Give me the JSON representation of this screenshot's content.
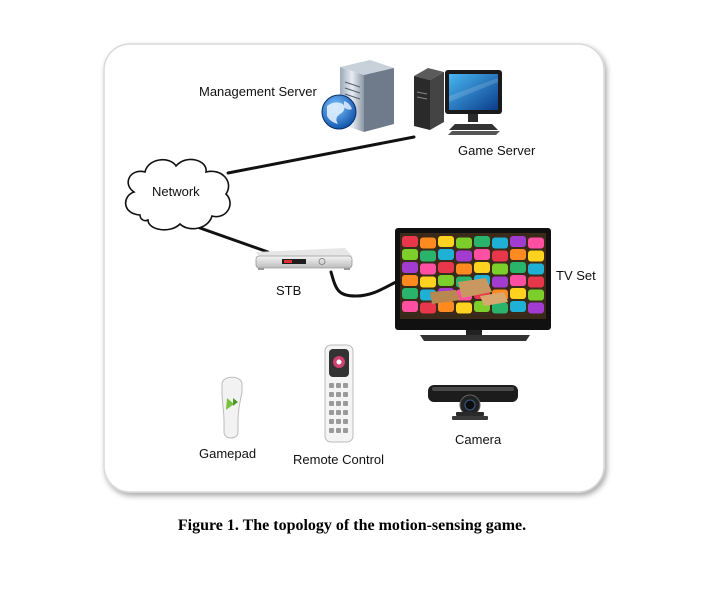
{
  "diagram": {
    "labels": {
      "management_server": "Management Server",
      "game_server": "Game Server",
      "network": "Network",
      "stb": "STB",
      "tv_set": "TV Set",
      "gamepad": "Gamepad",
      "remote_control": "Remote Control",
      "camera": "Camera"
    },
    "icons": {
      "management_server": "server-globe-icon",
      "game_server": "desktop-computer-icon",
      "network": "cloud-icon",
      "stb": "set-top-box-icon",
      "tv_set": "television-icon",
      "gamepad": "motion-gamepad-icon",
      "remote_control": "remote-control-icon",
      "camera": "camera-icon"
    },
    "colors": {
      "panel_border": "#d9d9d9",
      "connector": "#111111"
    }
  },
  "caption": "Figure 1. The topology of the motion-sensing game."
}
